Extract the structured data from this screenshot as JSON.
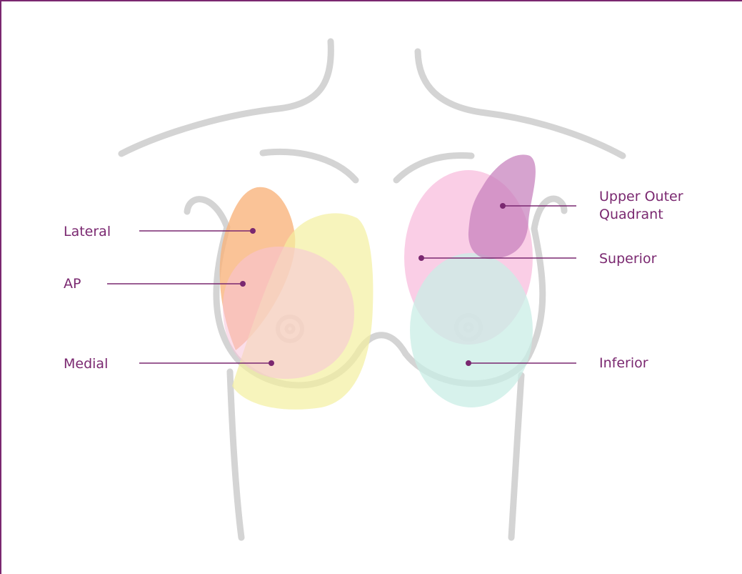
{
  "diagram": {
    "colors": {
      "accent": "#7a2870",
      "outline": "#d4d4d4",
      "lateral": "#f9b27a",
      "medial": "#f4f0a0",
      "ap": "#f7c2d9",
      "superior": "#f9c6e2",
      "upper_outer": "#c680bd",
      "inferior": "#c9ede6"
    },
    "labels": {
      "lateral": "Lateral",
      "ap": "AP",
      "medial": "Medial",
      "upper_outer_line1": "Upper Outer",
      "upper_outer_line2": "Quadrant",
      "superior": "Superior",
      "inferior": "Inferior"
    }
  }
}
